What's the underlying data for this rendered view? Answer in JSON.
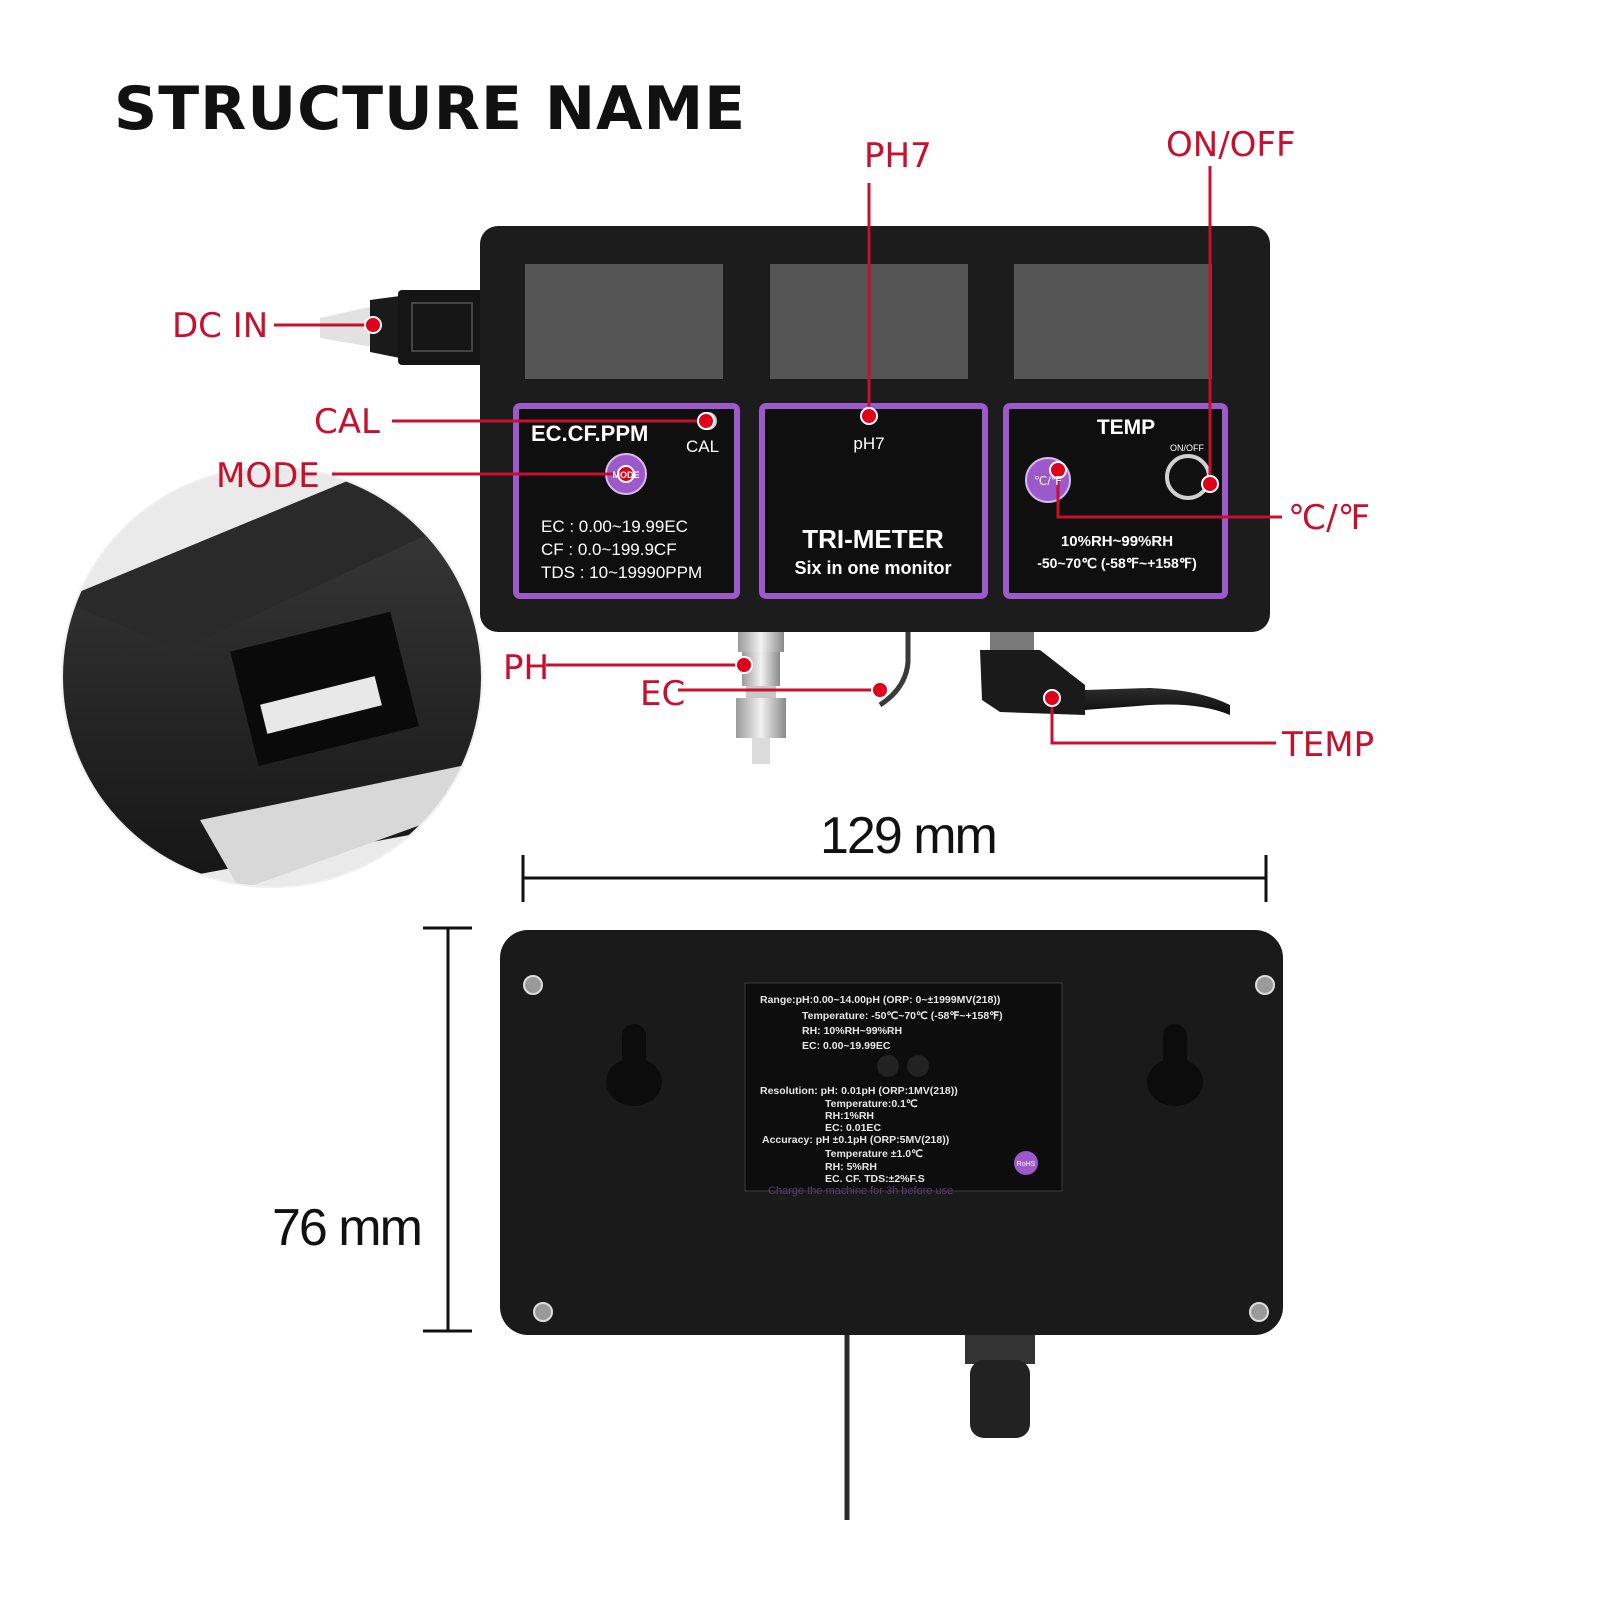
{
  "title": "STRUCTURE NAME",
  "callouts": {
    "ph7": "PH7",
    "on_off": "ON/OFF",
    "dc_in": "DC IN",
    "cal": "CAL",
    "mode": "MODE",
    "c_f": "℃/℉",
    "ph": "PH",
    "ec": "EC",
    "temp_probe": "TEMP"
  },
  "front_panel": {
    "ec_panel": {
      "title": "EC.CF.PPM",
      "cal_label": "CAL",
      "mode_button": "MODE",
      "range_ec": "EC : 0.00~19.99EC",
      "range_cf": "CF : 0.0~199.9CF",
      "range_tds": "TDS : 10~19990PPM"
    },
    "ph_panel": {
      "label": "pH7",
      "brand": "TRI-METER",
      "tagline": "Six in one monitor"
    },
    "temp_panel": {
      "title": "TEMP",
      "on_off_label": "ON/OFF",
      "cf_button": "℃/℉",
      "range_rh": "10%RH~99%RH",
      "range_temp": "-50~70℃ (-58℉~+158℉)"
    }
  },
  "dimensions": {
    "width": "129 mm",
    "height": "76 mm"
  },
  "back_label": {
    "lines": [
      "Range:pH:0.00~14.00pH (ORP: 0~±1999MV(218))",
      "Temperature: -50℃~70℃ (-58℉~+158℉)",
      "RH: 10%RH~99%RH",
      "EC: 0.00~19.99EC",
      "Resolution: pH: 0.01pH (ORP:1MV(218))",
      "Temperature:0.1℃",
      "RH:1%RH",
      "EC: 0.01EC",
      "Accuracy: pH ±0.1pH (ORP:5MV(218))",
      "Temperature ±1.0℃",
      "RH: 5%RH",
      "EC. CF. TDS:±2%F.S"
    ],
    "footer": "Charge the machine for 3h before use",
    "rohs": "RoHS"
  },
  "colors": {
    "accent_red": "#c8102e",
    "panel_purple": "#9b59c9",
    "device_body": "#1c1c1c"
  }
}
